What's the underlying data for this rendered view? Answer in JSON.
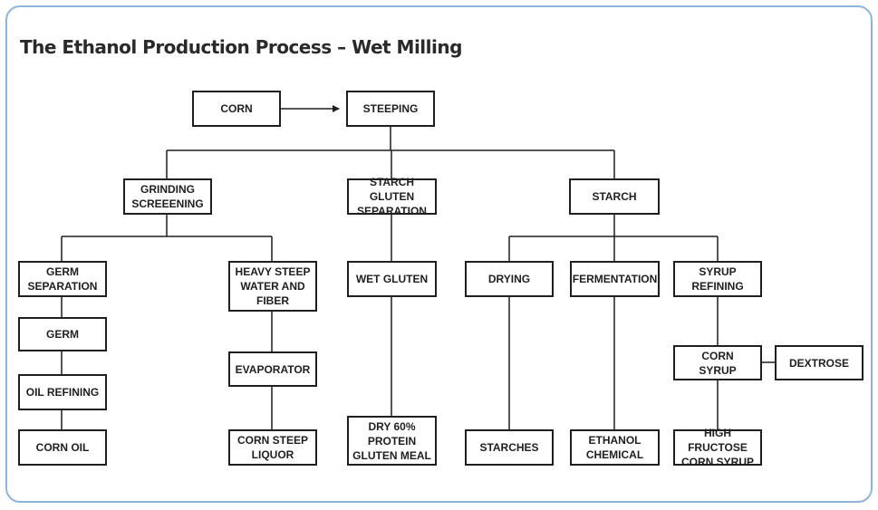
{
  "title": "The Ethanol Production Process – Wet Milling",
  "colors": {
    "frame_border": "#8cb4dc",
    "box_border": "#1f1f1f",
    "text": "#1f1f1f"
  },
  "nodes": {
    "corn": "CORN",
    "steeping": "STEEPING",
    "grinding_screening": "GRINDING\nSCREEENING",
    "starch_gluten_separation": "STARCH GLUTEN\nSEPARATION",
    "starch": "STARCH",
    "germ_separation": "GERM\nSEPARATION",
    "heavy_steep_water_fiber": "HEAVY STEEP\nWATER AND\nFIBER",
    "wet_gluten": "WET GLUTEN",
    "drying": "DRYING",
    "fermentation": "FERMENTATION",
    "syrup_refining": "SYRUP\nREFINING",
    "germ": "GERM",
    "oil_refining": "OIL REFINING",
    "corn_oil": "CORN OIL",
    "evaporator": "EVAPORATOR",
    "corn_steep_liquor": "CORN STEEP\nLIQUOR",
    "dry_protein_gluten_meal": "DRY 60%\nPROTEIN\nGLUTEN MEAL",
    "starches": "STARCHES",
    "ethanol_chemical": "ETHANOL\nCHEMICAL",
    "corn_syrup": "CORN\nSYRUP",
    "dextrose": "DEXTROSE",
    "high_fructose_corn_syrup": "HIGH FRUCTOSE\nCORN SYRUP"
  }
}
